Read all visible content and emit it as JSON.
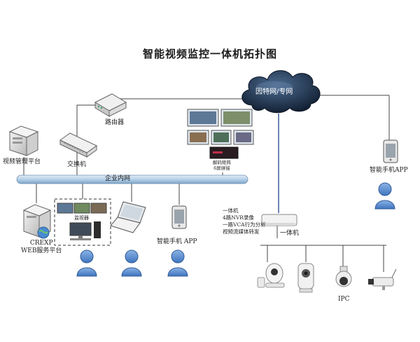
{
  "title": "智能视频监控一体机拓扑图",
  "cloud": {
    "label": "因特网/专网"
  },
  "bus": {
    "label": "企业内网"
  },
  "devices": {
    "router": "路由器",
    "switch": "交换机",
    "video_platform": "视频管理平台",
    "decoder": "解码矩阵\n6屏拼接",
    "phone_right": "智能手机APP",
    "web_server": "CREXP\nWEB服务平台",
    "monitor": "监视器",
    "phone_lower": "智能手机 APP",
    "all_in_one": "一体机",
    "ipc": "IPC"
  },
  "all_in_one_features": [
    "一体机",
    "4路NVR录像",
    "一路VCA行为分析",
    "视频流媒体转发"
  ],
  "colors": {
    "person": "#5b8fd0",
    "bus": "#b9d3ea",
    "cloud": "#1e2f48",
    "line": "#444444",
    "uplink": "#3a5e99"
  }
}
